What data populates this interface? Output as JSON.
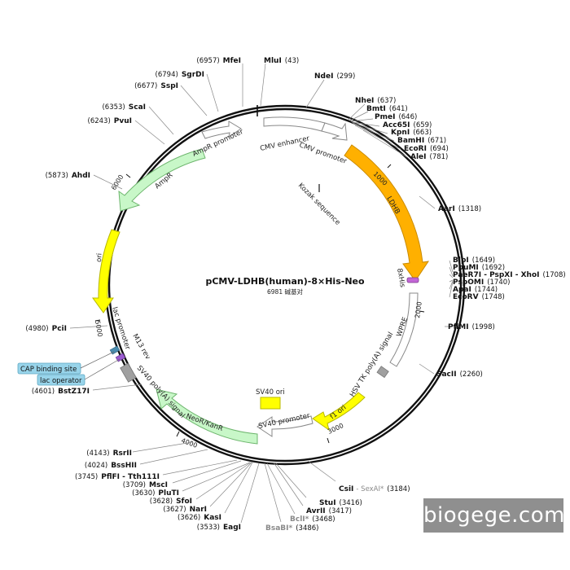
{
  "plasmid": {
    "name": "pCMV-LDHB(human)-8×His-Neo",
    "size_text": "6981 碱基对",
    "length": 6981
  },
  "ticks": [
    "1000",
    "2000",
    "3000",
    "4000",
    "5000",
    "6000"
  ],
  "features": [
    {
      "label": "CMV enhancer"
    },
    {
      "label": "CMV promoter"
    },
    {
      "label": "Kozak sequence"
    },
    {
      "label": "LDHB"
    },
    {
      "label": "8xHis"
    },
    {
      "label": "WPRE"
    },
    {
      "label": "HSV TK poly(A) signal"
    },
    {
      "label": "f1 ori"
    },
    {
      "label": "SV40 promoter"
    },
    {
      "label": "SV40 ori"
    },
    {
      "label": "NeoR/KanR"
    },
    {
      "label": "SV40 poly(A) signal"
    },
    {
      "label": "lac promoter"
    },
    {
      "label": "M13 rev"
    },
    {
      "label": "ori"
    },
    {
      "label": "AmpR"
    },
    {
      "label": "AmpR promoter"
    }
  ],
  "boxed_labels": [
    "CAP binding site",
    "lac operator"
  ],
  "sites": [
    {
      "name": "MluI",
      "pos": "(43)"
    },
    {
      "name": "NdeI",
      "pos": "(299)"
    },
    {
      "name": "NheI",
      "pos": "(637)"
    },
    {
      "name": "BmtI",
      "pos": "(641)"
    },
    {
      "name": "PmeI",
      "pos": "(646)"
    },
    {
      "name": "Acc65I",
      "pos": "(659)"
    },
    {
      "name": "KpnI",
      "pos": "(663)"
    },
    {
      "name": "BamHI",
      "pos": "(671)"
    },
    {
      "name": "EcoRI",
      "pos": "(694)"
    },
    {
      "name": "AleI",
      "pos": "(781)"
    },
    {
      "name": "AarI",
      "pos": "(1318)"
    },
    {
      "name": "BlpI",
      "pos": "(1649)"
    },
    {
      "name": "PpuMI",
      "pos": "(1692)"
    },
    {
      "name": "PaeR7I - PspXI - XhoI",
      "pos": "(1708)"
    },
    {
      "name": "PspOMI",
      "pos": "(1740)"
    },
    {
      "name": "ApaI",
      "pos": "(1744)"
    },
    {
      "name": "EcoRV",
      "pos": "(1748)"
    },
    {
      "name": "PflMI",
      "pos": "(1998)"
    },
    {
      "name": "SacII",
      "pos": "(2260)"
    },
    {
      "name": "CsiI",
      "extra": "- SexAI*",
      "pos": "(3184)"
    },
    {
      "name": "StuI",
      "pos": "(3416)"
    },
    {
      "name": "AvrII",
      "pos": "(3417)"
    },
    {
      "name": "BclI*",
      "pos": "(3468)"
    },
    {
      "name": "BsaBI*",
      "pos": "(3486)"
    },
    {
      "name": "EagI",
      "pos": "(3533)"
    },
    {
      "name": "KasI",
      "pos": "(3626)"
    },
    {
      "name": "NarI",
      "pos": "(3627)"
    },
    {
      "name": "SfoI",
      "pos": "(3628)"
    },
    {
      "name": "PluTI",
      "pos": "(3630)"
    },
    {
      "name": "MscI",
      "pos": "(3709)"
    },
    {
      "name": "PflFI - Tth111I",
      "pos": "(3745)"
    },
    {
      "name": "BssHII",
      "pos": "(4024)"
    },
    {
      "name": "RsrII",
      "pos": "(4143)"
    },
    {
      "name": "BstZ17I",
      "pos": "(4601)"
    },
    {
      "name": "PciI",
      "pos": "(4980)"
    },
    {
      "name": "AhdI",
      "pos": "(5873)"
    },
    {
      "name": "PvuI",
      "pos": "(6243)"
    },
    {
      "name": "ScaI",
      "pos": "(6353)"
    },
    {
      "name": "SspI",
      "pos": "(6677)"
    },
    {
      "name": "SgrDI",
      "pos": "(6794)"
    },
    {
      "name": "MfeI",
      "pos": "(6957)"
    }
  ],
  "watermark": "biogege.com",
  "colors": {
    "backbone": "#111111",
    "ldhb": "#ffb000",
    "ori": "#ffff00",
    "ampr": "#c8f7c8",
    "neor": "#c8f7c8",
    "promoter": "#ffffff",
    "his": "#c266d6",
    "cap": "#98d4ea",
    "grey_feature": "#a0a0a0"
  }
}
